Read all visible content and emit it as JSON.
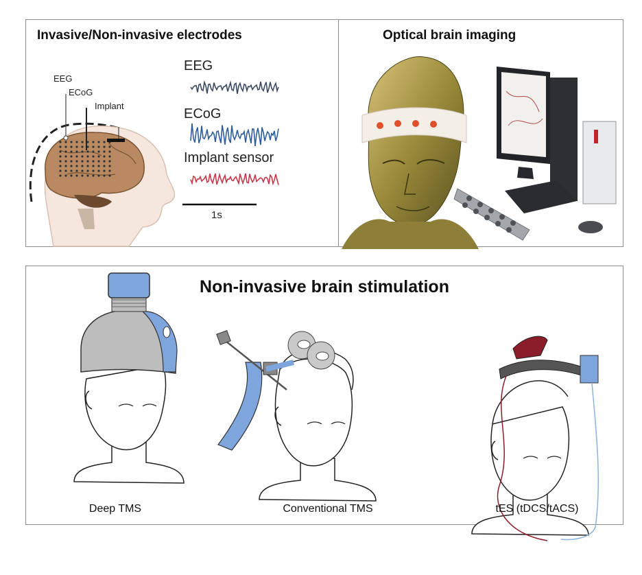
{
  "panels": {
    "electrodes": {
      "title": "Invasive/Non-invasive electrodes",
      "probe_labels": {
        "eeg": "EEG",
        "ecog": "ECoG",
        "implant": "Implant"
      },
      "signals": [
        {
          "label": "EEG",
          "color": "#3b4a63"
        },
        {
          "label": "ECoG",
          "color": "#2f5d9c"
        },
        {
          "label": "Implant sensor",
          "color": "#c9374a"
        }
      ],
      "scale_label": "1s"
    },
    "optical": {
      "title": "Optical brain imaging"
    },
    "stimulation": {
      "title": "Non-invasive brain stimulation",
      "methods": [
        {
          "label": "Deep TMS"
        },
        {
          "label": "Conventional TMS"
        },
        {
          "label": "tES (tDCS/tACS)"
        }
      ],
      "colors": {
        "coil_blue": "#7ea6dc",
        "electrode_red": "#8b1d2a",
        "band_gray": "#555555"
      }
    }
  }
}
